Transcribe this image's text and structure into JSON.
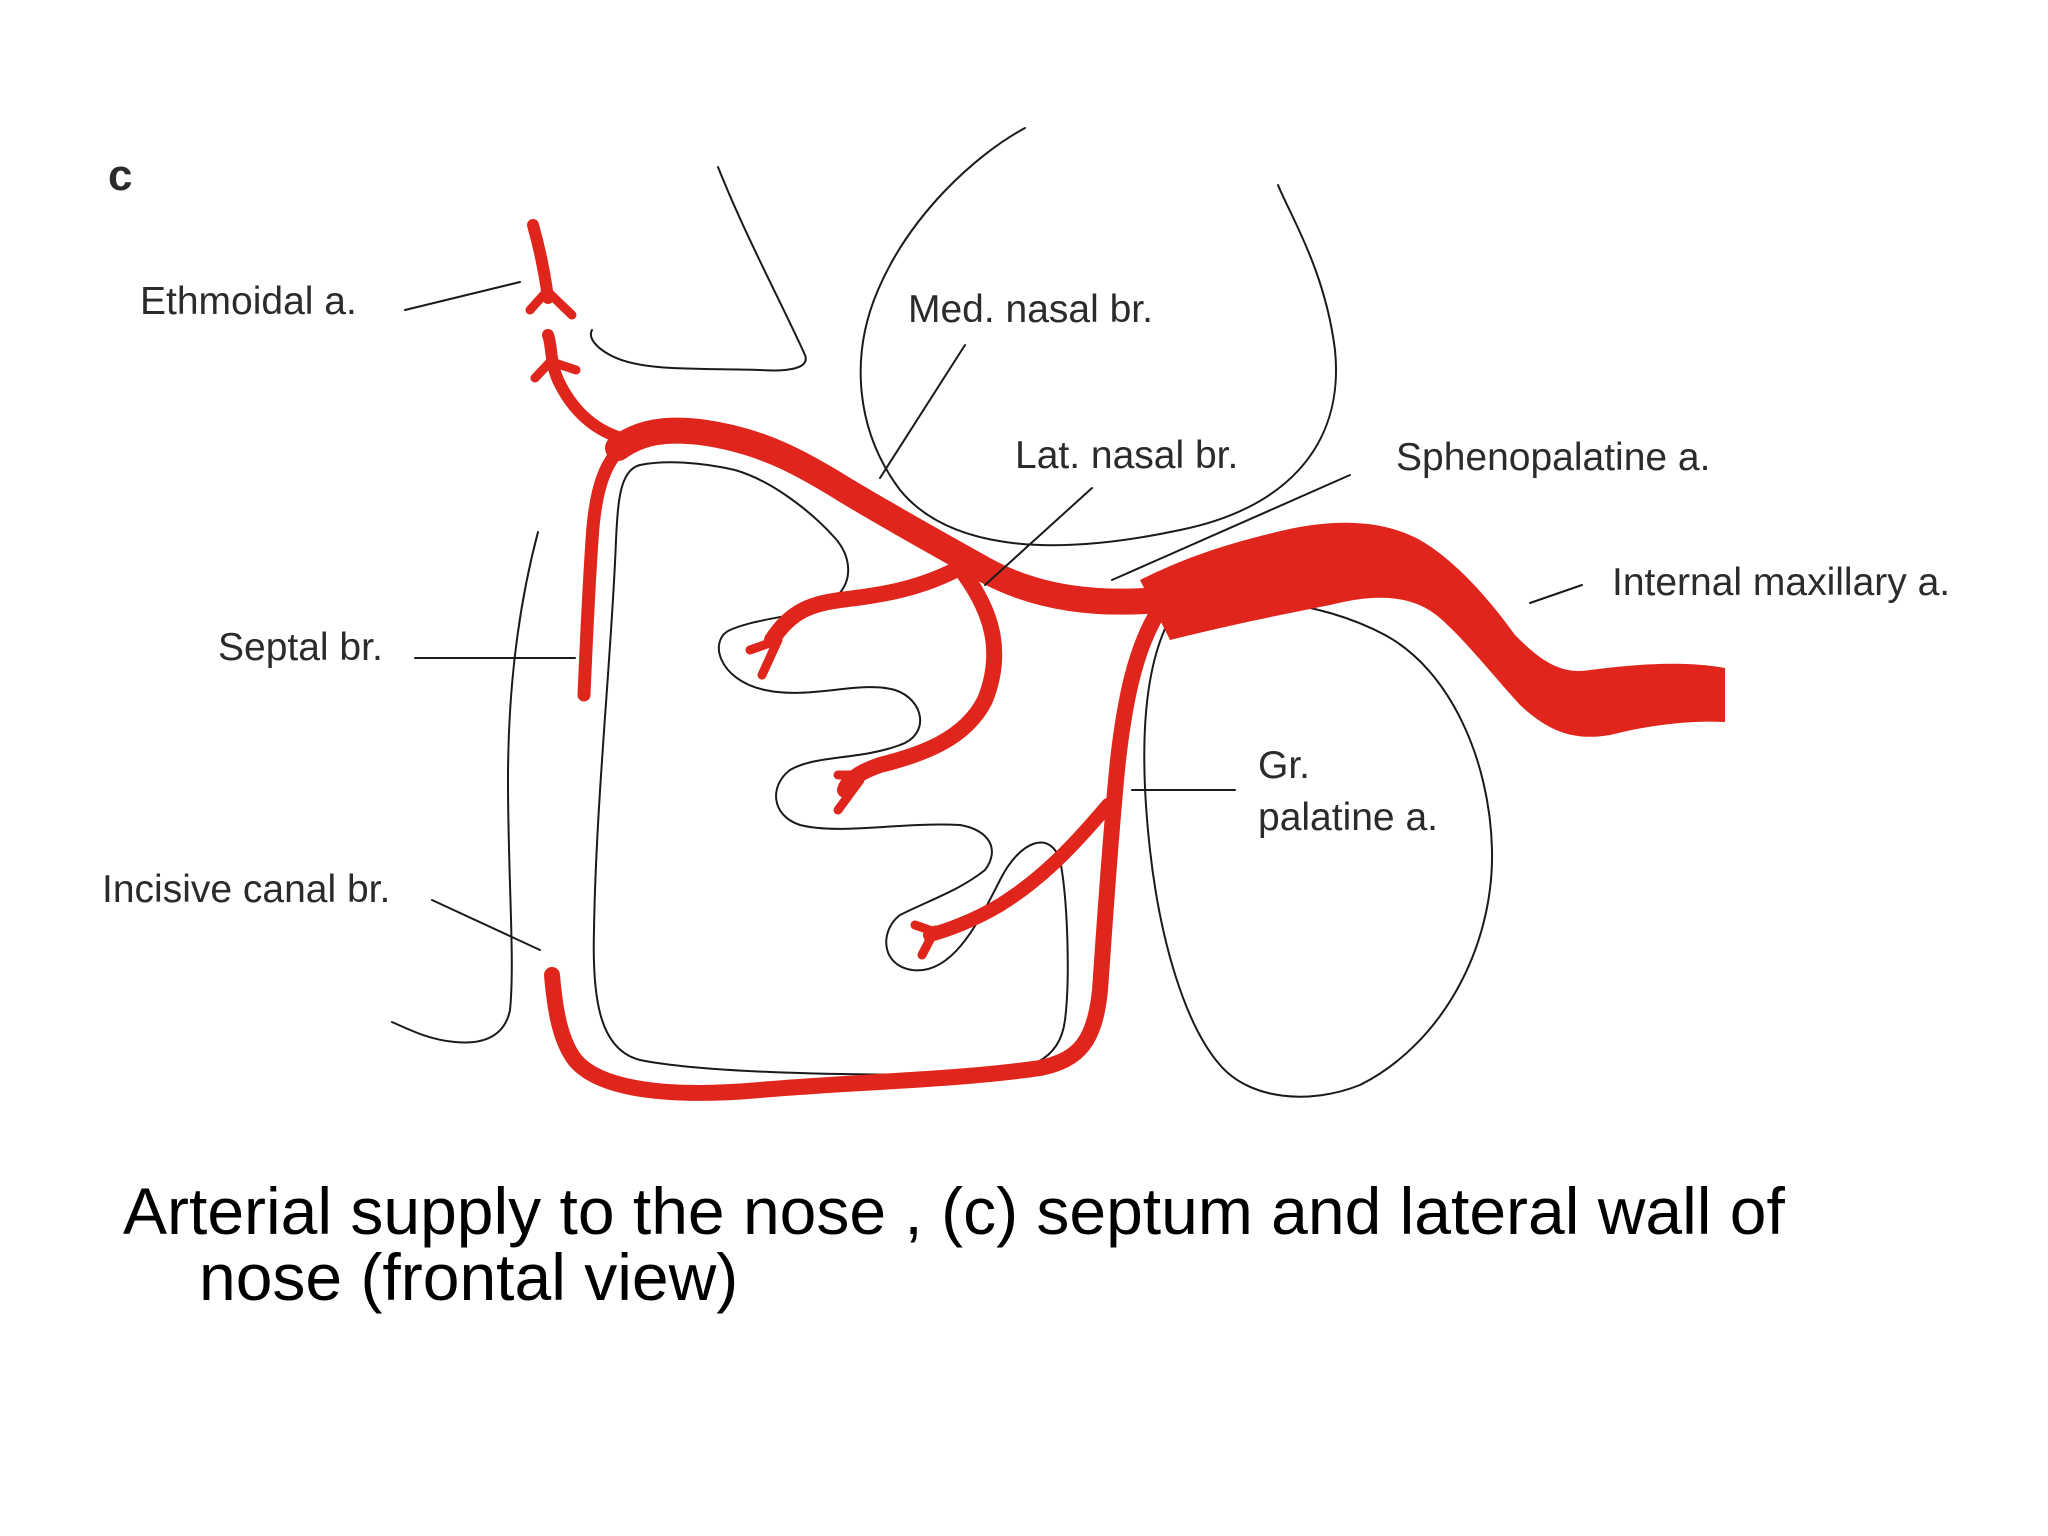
{
  "figure": {
    "panel_letter": "c",
    "labels": {
      "ethmoidal": "Ethmoidal a.",
      "med_nasal": "Med. nasal br.",
      "lat_nasal": "Lat. nasal br.",
      "sphenopalatine": "Sphenopalatine a.",
      "internal_maxillary": "Internal maxillary a.",
      "septal": "Septal br.",
      "gr_palatine_1": "Gr.",
      "gr_palatine_2": "palatine a.",
      "incisive_canal": "Incisive canal br."
    },
    "colors": {
      "artery": "#e0261c",
      "outline": "#1a1a1a",
      "label_text": "#2b2b2b"
    }
  },
  "caption": {
    "line1": "Arterial supply to the nose , (c) septum and lateral wall of",
    "line2": "nose (frontal view)"
  }
}
